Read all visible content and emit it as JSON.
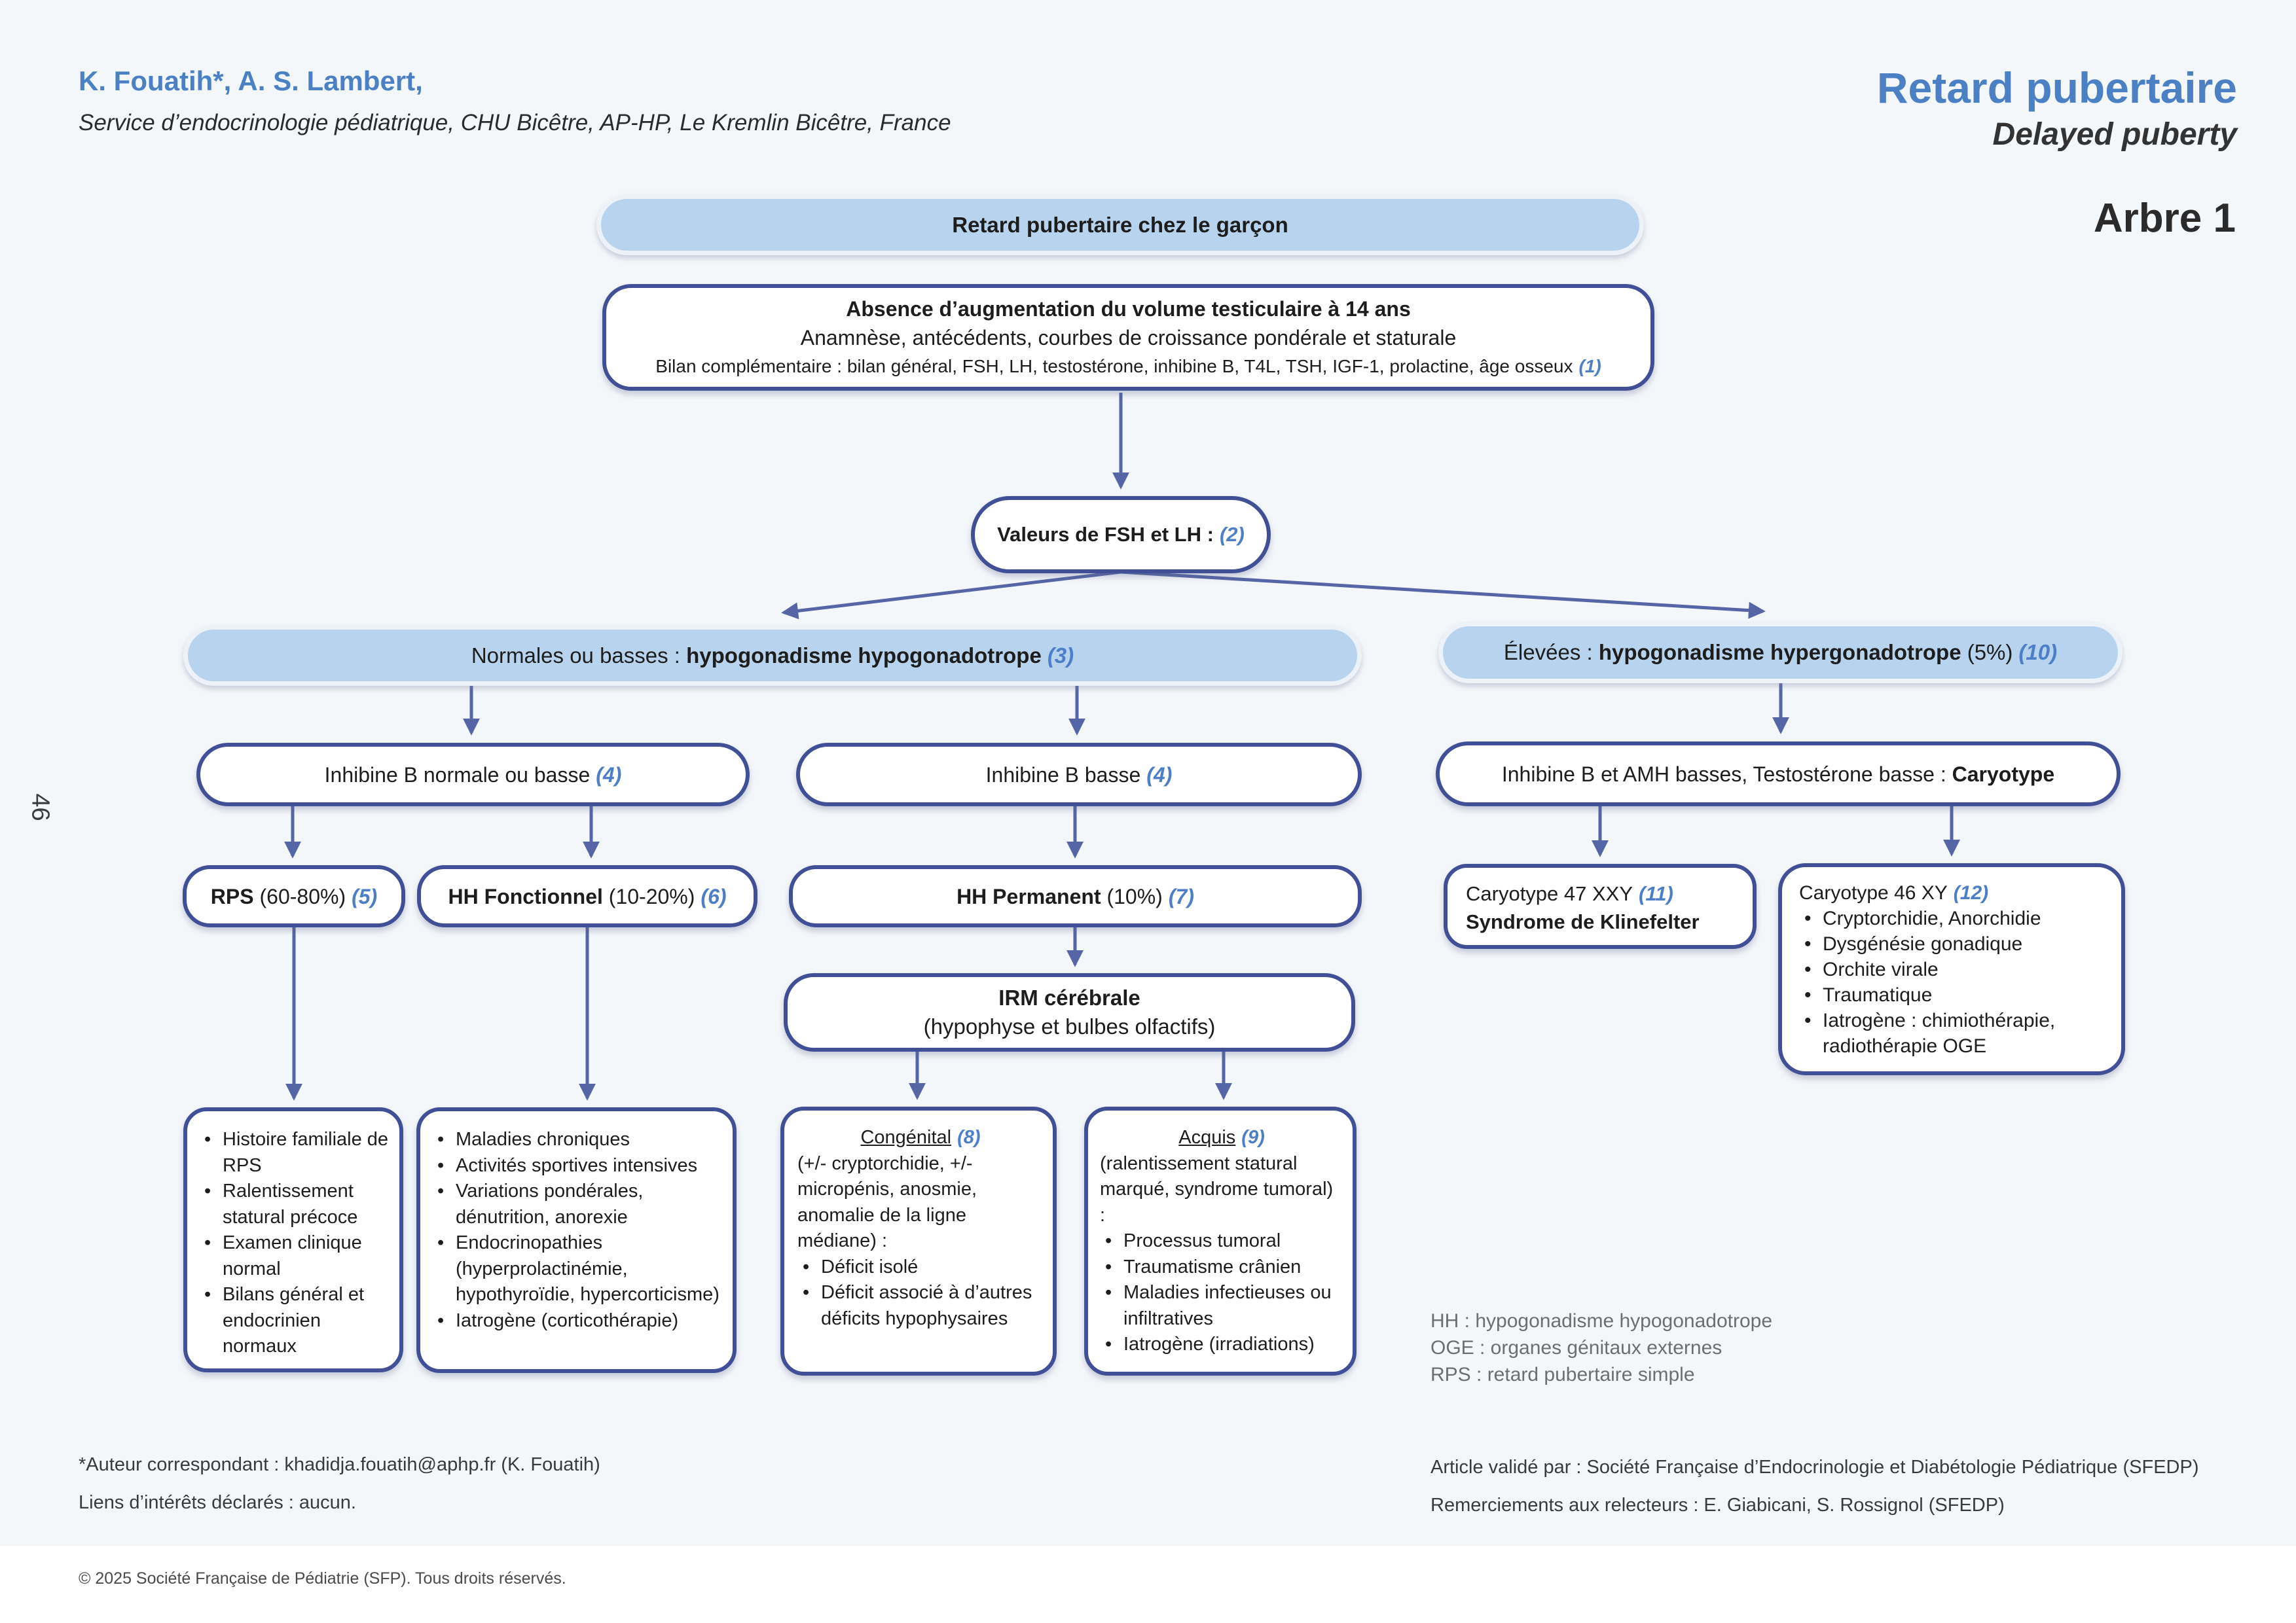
{
  "page": {
    "page_number": "46",
    "colors": {
      "accent_blue": "#4b80c4",
      "box_fill_blue": "#b8d3ee",
      "border_indigo": "#414f96",
      "arrow": "#5565a5",
      "ref_blue": "#4d7ec8",
      "background": "#f4f7fa"
    }
  },
  "header": {
    "authors": "K. Fouatih*, A. S. Lambert,",
    "affiliation": "Service d’endocrinologie pédiatrique, CHU Bicêtre, AP-HP, Le Kremlin Bicêtre, France",
    "title_fr": "Retard pubertaire",
    "title_en": "Delayed puberty",
    "tree_label": "Arbre 1"
  },
  "nodes": {
    "root": {
      "label": "Retard pubertaire chez le garçon"
    },
    "workup": {
      "line1": "Absence d’augmentation du volume testiculaire à 14 ans",
      "line2": "Anamnèse, antécédents, courbes de croissance pondérale et staturale",
      "line3": "Bilan complémentaire : bilan général, FSH, LH, testostérone, inhibine B, T4L, TSH, IGF-1, prolactine, âge osseux",
      "ref": "(1)"
    },
    "fsh_lh": {
      "label": "Valeurs de FSH et LH",
      "colon": " :",
      "ref": "(2)"
    },
    "hypo_pill": {
      "prefix": "Normales ou basses : ",
      "bold": "hypogonadisme hypogonadotrope",
      "ref": "(3)"
    },
    "hyper_pill": {
      "prefix": "Élevées : ",
      "bold": "hypogonadisme hypergonadotrope",
      "pct": " (5%)",
      "ref": "(10)"
    },
    "inhibine_normale": {
      "label": "Inhibine B normale ou basse",
      "ref": "(4)"
    },
    "inhibine_basse": {
      "label": "Inhibine B basse",
      "ref": "(4)"
    },
    "inhibine_amh": {
      "label": "Inhibine B et AMH basses, Testostérone basse : ",
      "bold": "Caryotype"
    },
    "rps": {
      "bold": "RPS",
      "pct": " (60-80%)",
      "ref": "(5)"
    },
    "hh_fonctionnel": {
      "bold": "HH Fonctionnel",
      "pct": " (10-20%)",
      "ref": "(6)"
    },
    "hh_permanent": {
      "bold": "HH Permanent",
      "pct": " (10%)",
      "ref": "(7)"
    },
    "caryotype47": {
      "line1": "Caryotype 47 XXY",
      "ref": "(11)",
      "line2": "Syndrome de Klinefelter"
    },
    "caryotype46": {
      "title": "Caryotype 46 XY",
      "ref": "(12)",
      "items": [
        "Cryptorchidie, Anorchidie",
        "Dysgénésie gonadique",
        "Orchite virale",
        "Traumatique",
        "Iatrogène : chimiothérapie, radiothérapie OGE"
      ]
    },
    "irm": {
      "title": "IRM cérébrale",
      "subtitle": "(hypophyse et bulbes olfactifs)"
    },
    "rps_details": {
      "items": [
        "Histoire familiale de RPS",
        "Ralentissement statural précoce",
        "Examen clinique normal",
        "Bilans général et endocrinien normaux"
      ]
    },
    "hh_fonctionnel_details": {
      "items": [
        "Maladies chroniques",
        "Activités sportives intensives",
        "Variations pondérales, dénutrition, anorexie",
        "Endocrinopathies (hyperprolactinémie, hypothyroïdie, hypercorticisme)",
        "Iatrogène (corticothérapie)"
      ]
    },
    "congenital": {
      "title": "Congénital",
      "ref": "(8)",
      "intro": "(+/- cryptorchidie, +/- micropénis, anosmie, anomalie de la ligne médiane)  :",
      "items": [
        "Déficit isolé",
        "Déficit associé à d’autres déficits hypophysaires"
      ]
    },
    "acquis": {
      "title": "Acquis",
      "ref": "(9)",
      "intro": "(ralentissement statural marqué, syndrome tumoral) :",
      "items": [
        "Processus tumoral",
        "Traumatisme crânien",
        "Maladies infectieuses ou infiltratives",
        "Iatrogène (irradiations)"
      ]
    }
  },
  "legend": {
    "line1": "HH : hypogonadisme hypogonadotrope",
    "line2": "OGE : organes génitaux externes",
    "line3": "RPS : retard pubertaire simple"
  },
  "footer": {
    "correspondent": "*Auteur correspondant : khadidja.fouatih@aphp.fr (K. Fouatih)",
    "conflicts": "Liens d’intérêts déclarés : aucun.",
    "validated": "Article validé par : Société Française d’Endocrinologie et Diabétologie Pédiatrique (SFEDP)",
    "thanks": "Remerciements aux relecteurs : E. Giabicani, S. Rossignol (SFEDP)",
    "copyright": "© 2025 Société Française de Pédiatrie (SFP). Tous droits réservés."
  }
}
